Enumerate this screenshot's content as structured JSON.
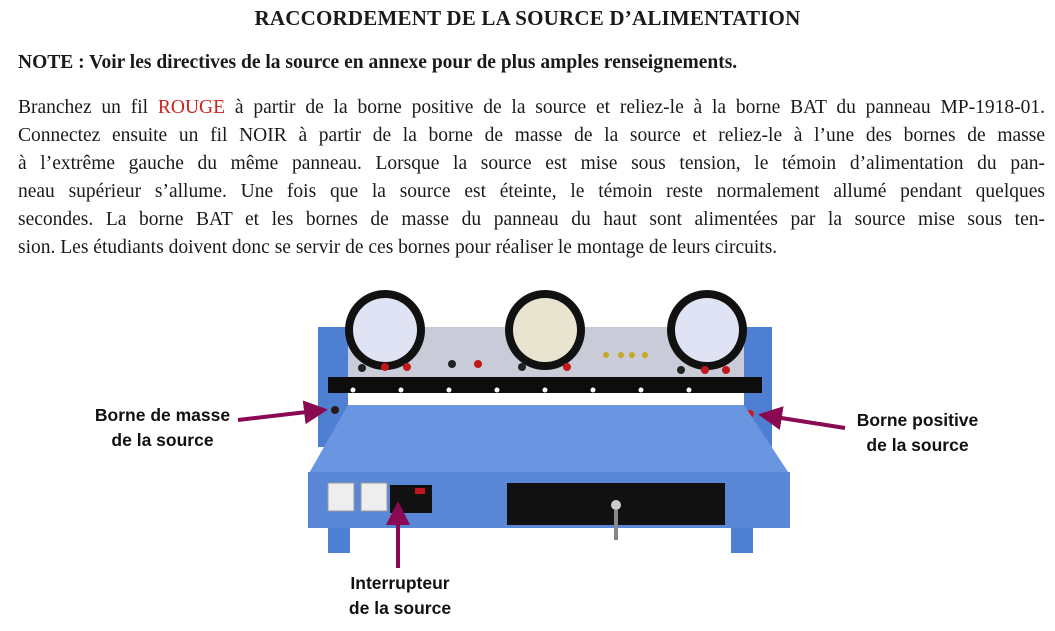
{
  "title": "RACCORDEMENT DE LA SOURCE D’ALIMENTATION",
  "note": "NOTE : Voir les directives de la source en annexe pour de plus amples renseignements.",
  "paragraph": {
    "line1_before": "Branchez un fil ",
    "line1_red": "ROUGE",
    "line1_after": " à partir de la borne positive de la source et reliez-le à la borne BAT du panneau MP-1918-01.",
    "lines": [
      "Connectez ensuite un fil NOIR à partir de la borne de masse de la source et reliez-le à l’une des bornes de masse",
      "à l’extrême gauche du même panneau. Lorsque la source est mise sous tension, le témoin d’alimentation du pan-",
      "neau supérieur s’allume. Une fois que la source est éteinte, le témoin reste normalement allumé pendant quelques",
      "secondes. La borne BAT et les bornes de masse du panneau du haut sont alimentées par la source mise sous ten-",
      "sion. Les étudiants doivent donc se servir de ces bornes pour réaliser le montage de leurs circuits."
    ]
  },
  "figure": {
    "label_ground": [
      "Borne de masse",
      "de la source"
    ],
    "label_positive": [
      "Borne positive",
      "de la source"
    ],
    "label_switch": [
      "Interrupteur",
      "de la source"
    ],
    "colors": {
      "arrow": "#8a0a52",
      "bench": "#5a86d6",
      "red_text": "#d0201c"
    }
  }
}
